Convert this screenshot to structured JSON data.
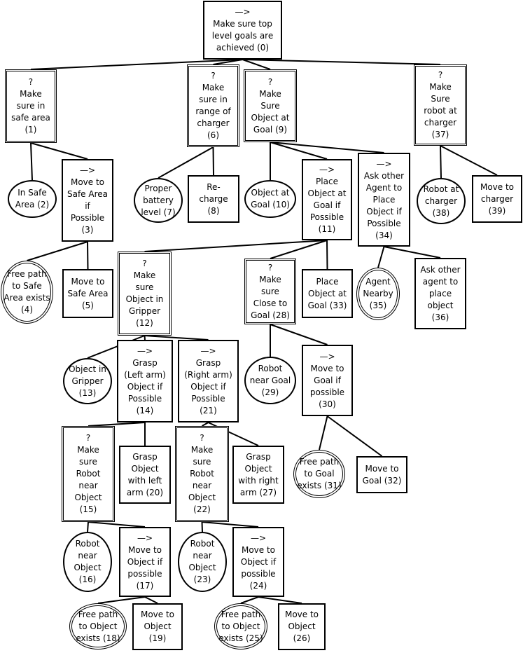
{
  "nodes": {
    "n0": {
      "type": "seq",
      "text": "—>\nMake sure top\nlevel goals are\nachieved (0)"
    },
    "n1": {
      "type": "sel",
      "text": "?\nMake\nsure in\nsafe area\n(1)"
    },
    "n2": {
      "type": "cond",
      "text": "In Safe\nArea (2)"
    },
    "n3": {
      "type": "seq",
      "text": "—>\nMove to\nSafe Area\nif\nPossible\n(3)"
    },
    "n4": {
      "type": "ext",
      "text": "Free path\nto Safe\nArea exists\n(4)"
    },
    "n5": {
      "type": "act",
      "text": "Move to\nSafe Area\n(5)"
    },
    "n6": {
      "type": "sel",
      "text": "?\nMake\nsure in\nrange of\ncharger\n(6)"
    },
    "n7": {
      "type": "cond",
      "text": "Proper\nbattery\nlevel (7)"
    },
    "n8": {
      "type": "act",
      "text": "Re-\ncharge\n(8)"
    },
    "n9": {
      "type": "sel",
      "text": "?\nMake\nSure\nObject at\nGoal (9)"
    },
    "n10": {
      "type": "cond",
      "text": "Object at\nGoal (10)"
    },
    "n11": {
      "type": "seq",
      "text": "—>\nPlace\nObject at\nGoal if\nPossible\n(11)"
    },
    "n12": {
      "type": "sel",
      "text": "?\nMake\nsure\nObject in\nGripper\n(12)"
    },
    "n13": {
      "type": "cond",
      "text": "Object in\nGripper\n(13)"
    },
    "n14": {
      "type": "seq",
      "text": "—>\nGrasp\n(Left arm)\nObject if\nPossible\n(14)"
    },
    "n15": {
      "type": "sel",
      "text": "?\nMake\nsure\nRobot\nnear\nObject\n(15)"
    },
    "n16": {
      "type": "cond",
      "text": "Robot\nnear\nObject\n(16)"
    },
    "n17": {
      "type": "seq",
      "text": "—>\nMove to\nObject if\npossible\n(17)"
    },
    "n18": {
      "type": "ext",
      "text": "Free path\nto Object\nexists (18)"
    },
    "n19": {
      "type": "act",
      "text": "Move to\nObject\n(19)"
    },
    "n20": {
      "type": "act",
      "text": "Grasp\nObject\nwith left\narm (20)"
    },
    "n21": {
      "type": "seq",
      "text": "—>\nGrasp\n(Right arm)\nObject if\nPossible\n(21)"
    },
    "n22": {
      "type": "sel",
      "text": "?\nMake\nsure\nRobot\nnear\nObject\n(22)"
    },
    "n23": {
      "type": "cond",
      "text": "Robot\nnear\nObject\n(23)"
    },
    "n24": {
      "type": "seq",
      "text": "—>\nMove to\nObject if\npossible\n(24)"
    },
    "n25": {
      "type": "ext",
      "text": "Free path\nto Object\nexists (25)"
    },
    "n26": {
      "type": "act",
      "text": "Move to\nObject\n(26)"
    },
    "n27": {
      "type": "act",
      "text": "Grasp\nObject\nwith right\narm (27)"
    },
    "n28": {
      "type": "sel",
      "text": "?\nMake\nsure\nClose to\nGoal (28)"
    },
    "n29": {
      "type": "cond",
      "text": "Robot\nnear Goal\n(29)"
    },
    "n30": {
      "type": "seq",
      "text": "—>\nMove to\nGoal if\npossible\n(30)"
    },
    "n31": {
      "type": "ext",
      "text": "Free path\nto Goal\nexists (31)"
    },
    "n32": {
      "type": "act",
      "text": "Move to\nGoal (32)"
    },
    "n33": {
      "type": "act",
      "text": "Place\nObject at\nGoal (33)"
    },
    "n34": {
      "type": "seq",
      "text": "—>\nAsk other\nAgent to\nPlace\nObject if\nPossible\n(34)"
    },
    "n35": {
      "type": "ext",
      "text": "Agent\nNearby\n(35)"
    },
    "n36": {
      "type": "act",
      "text": "Ask other\nagent to\nplace\nobject\n(36)"
    },
    "n37": {
      "type": "sel",
      "text": "?\nMake\nSure\nrobot at\ncharger\n(37)"
    },
    "n38": {
      "type": "cond",
      "text": "Robot at\ncharger\n(38)"
    },
    "n39": {
      "type": "act",
      "text": "Move to\ncharger\n(39)"
    }
  },
  "edges": [
    [
      "n0",
      "n1"
    ],
    [
      "n0",
      "n6"
    ],
    [
      "n0",
      "n9"
    ],
    [
      "n0",
      "n37"
    ],
    [
      "n1",
      "n2"
    ],
    [
      "n1",
      "n3"
    ],
    [
      "n3",
      "n4"
    ],
    [
      "n3",
      "n5"
    ],
    [
      "n6",
      "n7"
    ],
    [
      "n6",
      "n8"
    ],
    [
      "n9",
      "n10"
    ],
    [
      "n9",
      "n11"
    ],
    [
      "n9",
      "n34"
    ],
    [
      "n11",
      "n12"
    ],
    [
      "n11",
      "n28"
    ],
    [
      "n11",
      "n33"
    ],
    [
      "n12",
      "n13"
    ],
    [
      "n12",
      "n14"
    ],
    [
      "n12",
      "n21"
    ],
    [
      "n14",
      "n15"
    ],
    [
      "n14",
      "n20"
    ],
    [
      "n15",
      "n16"
    ],
    [
      "n15",
      "n17"
    ],
    [
      "n17",
      "n18"
    ],
    [
      "n17",
      "n19"
    ],
    [
      "n21",
      "n22"
    ],
    [
      "n21",
      "n27"
    ],
    [
      "n22",
      "n23"
    ],
    [
      "n22",
      "n24"
    ],
    [
      "n24",
      "n25"
    ],
    [
      "n24",
      "n26"
    ],
    [
      "n28",
      "n29"
    ],
    [
      "n28",
      "n30"
    ],
    [
      "n30",
      "n31"
    ],
    [
      "n30",
      "n32"
    ],
    [
      "n34",
      "n35"
    ],
    [
      "n34",
      "n36"
    ],
    [
      "n37",
      "n38"
    ],
    [
      "n37",
      "n39"
    ]
  ]
}
